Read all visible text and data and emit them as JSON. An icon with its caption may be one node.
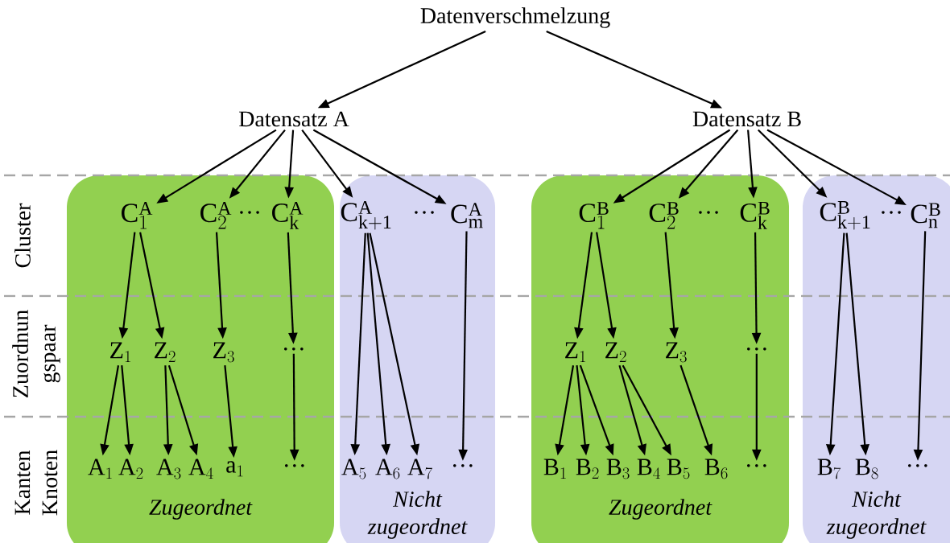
{
  "diagram": {
    "nodes": [
      {
        "text": [
          "Datenverschmelzung"
        ]
      },
      {
        "text": [
          "Datensatz A"
        ]
      },
      {
        "text": [
          "Datensatz B"
        ]
      },
      {
        "text": [
          "Zugeordnet"
        ]
      },
      {
        "text": [
          "\\mathrm{C}^{\\mathrm{A}}_{1}"
        ],
        "in": 3
      },
      {
        "text": [
          "\\mathrm{C}^{\\mathrm{A}}_{2}"
        ],
        "in": 3
      },
      {
        "text": [
          "\\mathrm{C}^{\\mathrm{A}}_{\\mathrm{k}}"
        ],
        "in": 3
      },
      {
        "text": [
          "\\mathrm{Z}_{1}"
        ],
        "in": 3
      },
      {
        "text": [
          "\\mathrm{Z}_{2}"
        ],
        "in": 3
      },
      {
        "text": [
          "\\mathrm{Z}_{3}"
        ],
        "in": 3
      },
      {
        "text": [
          "…"
        ],
        "in": 3
      },
      {
        "text": [
          "\\mathrm{A}_{1}"
        ],
        "in": 3
      },
      {
        "text": [
          "\\mathrm{A}_{2}"
        ],
        "in": 3
      },
      {
        "text": [
          "\\mathrm{A}_{3}"
        ],
        "in": 3
      },
      {
        "text": [
          "\\mathrm{A}_{4}"
        ],
        "in": 3
      },
      {
        "text": [
          "\\mathrm{a}_{1}"
        ],
        "in": 3
      },
      {
        "text": [
          "…"
        ],
        "in": 3
      },
      {
        "text": [
          "Nicht zugeordnet"
        ]
      },
      {
        "text": [
          "\\mathrm{C}^{\\mathrm{A}}_{\\mathrm{k+1}}"
        ],
        "in": 17
      },
      {
        "text": [
          "\\mathrm{C}^{\\mathrm{A}}_{\\mathrm{m}}"
        ],
        "in": 17
      },
      {
        "text": [
          "\\mathrm{A}_{5}"
        ],
        "in": 17
      },
      {
        "text": [
          "\\mathrm{A}_{6}"
        ],
        "in": 17
      },
      {
        "text": [
          "\\mathrm{A}_{7}"
        ],
        "in": 17
      },
      {
        "text": [
          "…"
        ],
        "in": 17
      },
      {
        "text": [
          "Zugeordnet"
        ]
      },
      {
        "text": [
          "\\mathrm{C}^{\\mathrm{B}}_{1}"
        ],
        "in": 24
      },
      {
        "text": [
          "\\mathrm{C}^{\\mathrm{B}}_{2}"
        ],
        "in": 24
      },
      {
        "text": [
          "\\mathrm{C}^{\\mathrm{B}}_{\\mathrm{k}}"
        ],
        "in": 24
      },
      {
        "text": [
          "\\mathrm{Z}_{1}"
        ],
        "in": 24
      },
      {
        "text": [
          "\\mathrm{Z}_{2}"
        ],
        "in": 24
      },
      {
        "text": [
          "\\mathrm{Z}_{3}"
        ],
        "in": 24
      },
      {
        "text": [
          "…"
        ],
        "in": 24
      },
      {
        "text": [
          "\\mathrm{B}_{1}"
        ],
        "in": 24
      },
      {
        "text": [
          "\\mathrm{B}_{2}"
        ],
        "in": 24
      },
      {
        "text": [
          "\\mathrm{B}_{3}"
        ],
        "in": 24
      },
      {
        "text": [
          "\\mathrm{B}_{4}"
        ],
        "in": 24
      },
      {
        "text": [
          "\\mathrm{B}_{5}"
        ],
        "in": 24
      },
      {
        "text": [
          "\\mathrm{B}_{6}"
        ],
        "in": 24
      },
      {
        "text": [
          "…"
        ],
        "in": 24
      },
      {
        "text": [
          "Nicht zugeordnet"
        ]
      },
      {
        "text": [
          "\\mathrm{C}^{\\mathrm{B}}_{\\mathrm{k+1}}"
        ],
        "in": 39
      },
      {
        "text": [
          "\\mathrm{C}^{\\mathrm{B}}_{\\mathrm{n}}"
        ],
        "in": 39
      },
      {
        "text": [
          "\\mathrm{B}_{7}"
        ],
        "in": 39
      },
      {
        "text": [
          "\\mathrm{B}_{8}"
        ],
        "in": 39
      },
      {
        "text": [
          "…"
        ],
        "in": 39
      }
    ],
    "edges": [
      {
        "from": 0,
        "to": 1,
        "arrow": "to"
      },
      {
        "from": 0,
        "to": 2,
        "arrow": "to"
      },
      {
        "from": 1,
        "to": 4,
        "arrow": "to"
      },
      {
        "from": 1,
        "to": 5,
        "arrow": "to"
      },
      {
        "from": 1,
        "to": 6,
        "arrow": "to"
      },
      {
        "from": 1,
        "to": 18,
        "arrow": "to"
      },
      {
        "from": 1,
        "to": 19,
        "arrow": "to"
      },
      {
        "from": 4,
        "to": 7,
        "arrow": "to"
      },
      {
        "from": 4,
        "to": 8,
        "arrow": "to"
      },
      {
        "from": 5,
        "to": 9,
        "arrow": "to"
      },
      {
        "from": 6,
        "to": 10,
        "arrow": "to"
      },
      {
        "from": 7,
        "to": 11,
        "arrow": "to"
      },
      {
        "from": 7,
        "to": 12,
        "arrow": "to"
      },
      {
        "from": 8,
        "to": 13,
        "arrow": "to"
      },
      {
        "from": 8,
        "to": 14,
        "arrow": "to"
      },
      {
        "from": 9,
        "to": 15,
        "arrow": "to"
      },
      {
        "from": 10,
        "to": 16,
        "arrow": "to"
      },
      {
        "from": 18,
        "to": 20,
        "arrow": "to"
      },
      {
        "from": 18,
        "to": 21,
        "arrow": "to"
      },
      {
        "from": 18,
        "to": 22,
        "arrow": "to"
      },
      {
        "from": 19,
        "to": 23,
        "arrow": "to"
      },
      {
        "from": 2,
        "to": 25,
        "arrow": "to"
      },
      {
        "from": 2,
        "to": 26,
        "arrow": "to"
      },
      {
        "from": 2,
        "to": 27,
        "arrow": "to"
      },
      {
        "from": 2,
        "to": 40,
        "arrow": "to"
      },
      {
        "from": 2,
        "to": 41,
        "arrow": "to"
      },
      {
        "from": 25,
        "to": 28,
        "arrow": "to"
      },
      {
        "from": 25,
        "to": 29,
        "arrow": "to"
      },
      {
        "from": 26,
        "to": 30,
        "arrow": "to"
      },
      {
        "from": 27,
        "to": 31,
        "arrow": "to"
      },
      {
        "from": 28,
        "to": 32,
        "arrow": "to"
      },
      {
        "from": 28,
        "to": 33,
        "arrow": "to"
      },
      {
        "from": 28,
        "to": 34,
        "arrow": "to"
      },
      {
        "from": 29,
        "to": 35,
        "arrow": "to"
      },
      {
        "from": 29,
        "to": 36,
        "arrow": "to"
      },
      {
        "from": 30,
        "to": 37,
        "arrow": "to"
      },
      {
        "from": 31,
        "to": 38,
        "arrow": "to"
      },
      {
        "from": 40,
        "to": 42,
        "arrow": "to"
      },
      {
        "from": 40,
        "to": 43,
        "arrow": "to"
      },
      {
        "from": 41,
        "to": 44,
        "arrow": "to"
      }
    ],
    "labels": [
      "Cluster",
      "…",
      "…",
      "…",
      "…",
      "Zuordnun gspaar",
      "Kanten Knoten"
    ]
  }
}
